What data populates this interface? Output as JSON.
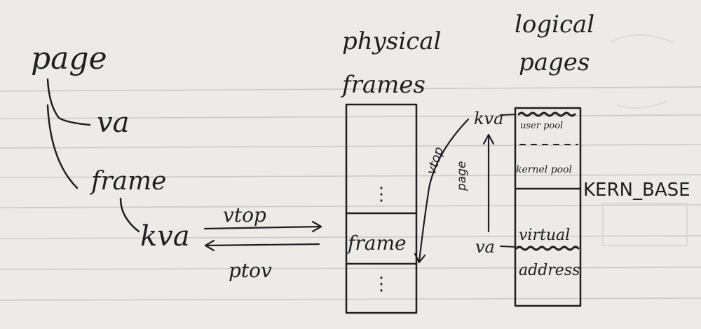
{
  "tree": {
    "root": "page",
    "child_va": "va",
    "child_frame": "frame",
    "grandchild_kva": "kva"
  },
  "conversion": {
    "forward": "vtop",
    "backward": "ptov"
  },
  "physical": {
    "title_line1": "physical",
    "title_line2": "frames",
    "dots_top": "⋮",
    "frame_label": "frame",
    "dots_bottom": "⋮"
  },
  "mapping": {
    "kva": "kva",
    "va": "va",
    "vtop": "vtop",
    "page": "page"
  },
  "logical": {
    "title_line1": "logical",
    "title_line2": "pages",
    "user_pool": "user pool",
    "kernel_pool": "kernel pool",
    "kern_base": "KERN_BASE",
    "virtual": "virtual",
    "address": "address"
  },
  "colors": {
    "paper": "#ecebe7",
    "ink": "#1f1f22",
    "rule": "#c9c8c4"
  }
}
